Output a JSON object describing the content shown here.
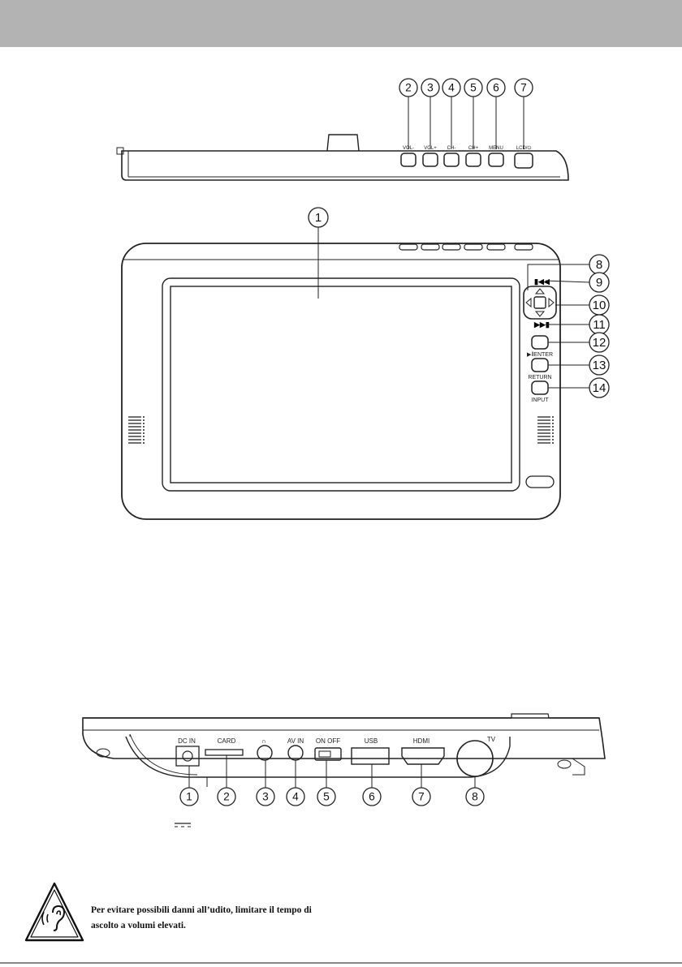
{
  "top_view": {
    "callouts": [
      "2",
      "3",
      "4",
      "5",
      "6",
      "7"
    ],
    "button_labels": [
      "VOL-",
      "VOL+",
      "CH-",
      "CH+",
      "MENU",
      "LCD/⏻"
    ]
  },
  "front_view": {
    "screen_callout": "1",
    "callouts": [
      "8",
      "9",
      "10",
      "11",
      "12",
      "13",
      "14"
    ],
    "button_labels": [
      "▶‖ENTER",
      "RETURN",
      "INPUT"
    ]
  },
  "side_view": {
    "port_labels": [
      "DC IN",
      "CARD",
      "∩",
      "AV IN",
      "ON OFF",
      "USB",
      "HDMI",
      "TV"
    ],
    "callouts": [
      "1",
      "2",
      "3",
      "4",
      "5",
      "6",
      "7",
      "8"
    ]
  },
  "warning": {
    "text": "Per evitare possibili danni all’udito, limitare il tempo di ascolto a volumi elevati."
  }
}
